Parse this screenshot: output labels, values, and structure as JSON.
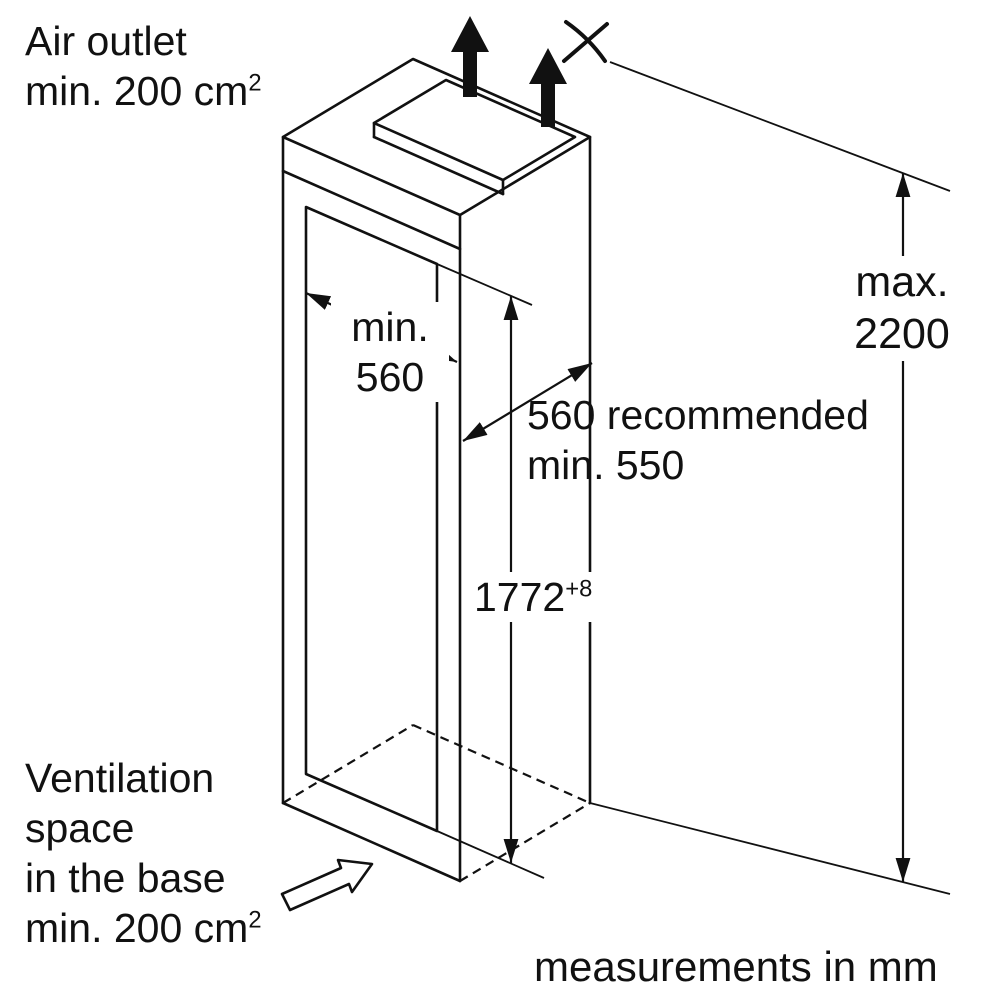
{
  "title": "Built-in appliance niche installation dimensions",
  "colors": {
    "line": "#111111",
    "background": "#ffffff"
  },
  "icons": {
    "airflow_up_arrow": "solid black arrow pointing up (air outlet flow)",
    "air_crossing_symbol": "two crossed curved strokes above cabinet top",
    "base_airflow_arrow": "outline block arrow pointing into base"
  },
  "labels": {
    "air_outlet": {
      "line1": "Air outlet",
      "line2_base": "min. 200 cm",
      "line2_sup": "2"
    },
    "niche_width": {
      "line1": "min.",
      "line2": "560"
    },
    "niche_depth": {
      "line1": "560 recommended",
      "line2": "min. 550"
    },
    "niche_height": {
      "value": "1772",
      "tolerance": "+8"
    },
    "overall_height": {
      "line1": "max.",
      "line2": "2200"
    },
    "ventilation": {
      "line1": "Ventilation",
      "line2": "space",
      "line3": "in the base",
      "line4_base": "min. 200 cm",
      "line4_sup": "2"
    },
    "footer": "measurements in mm"
  }
}
